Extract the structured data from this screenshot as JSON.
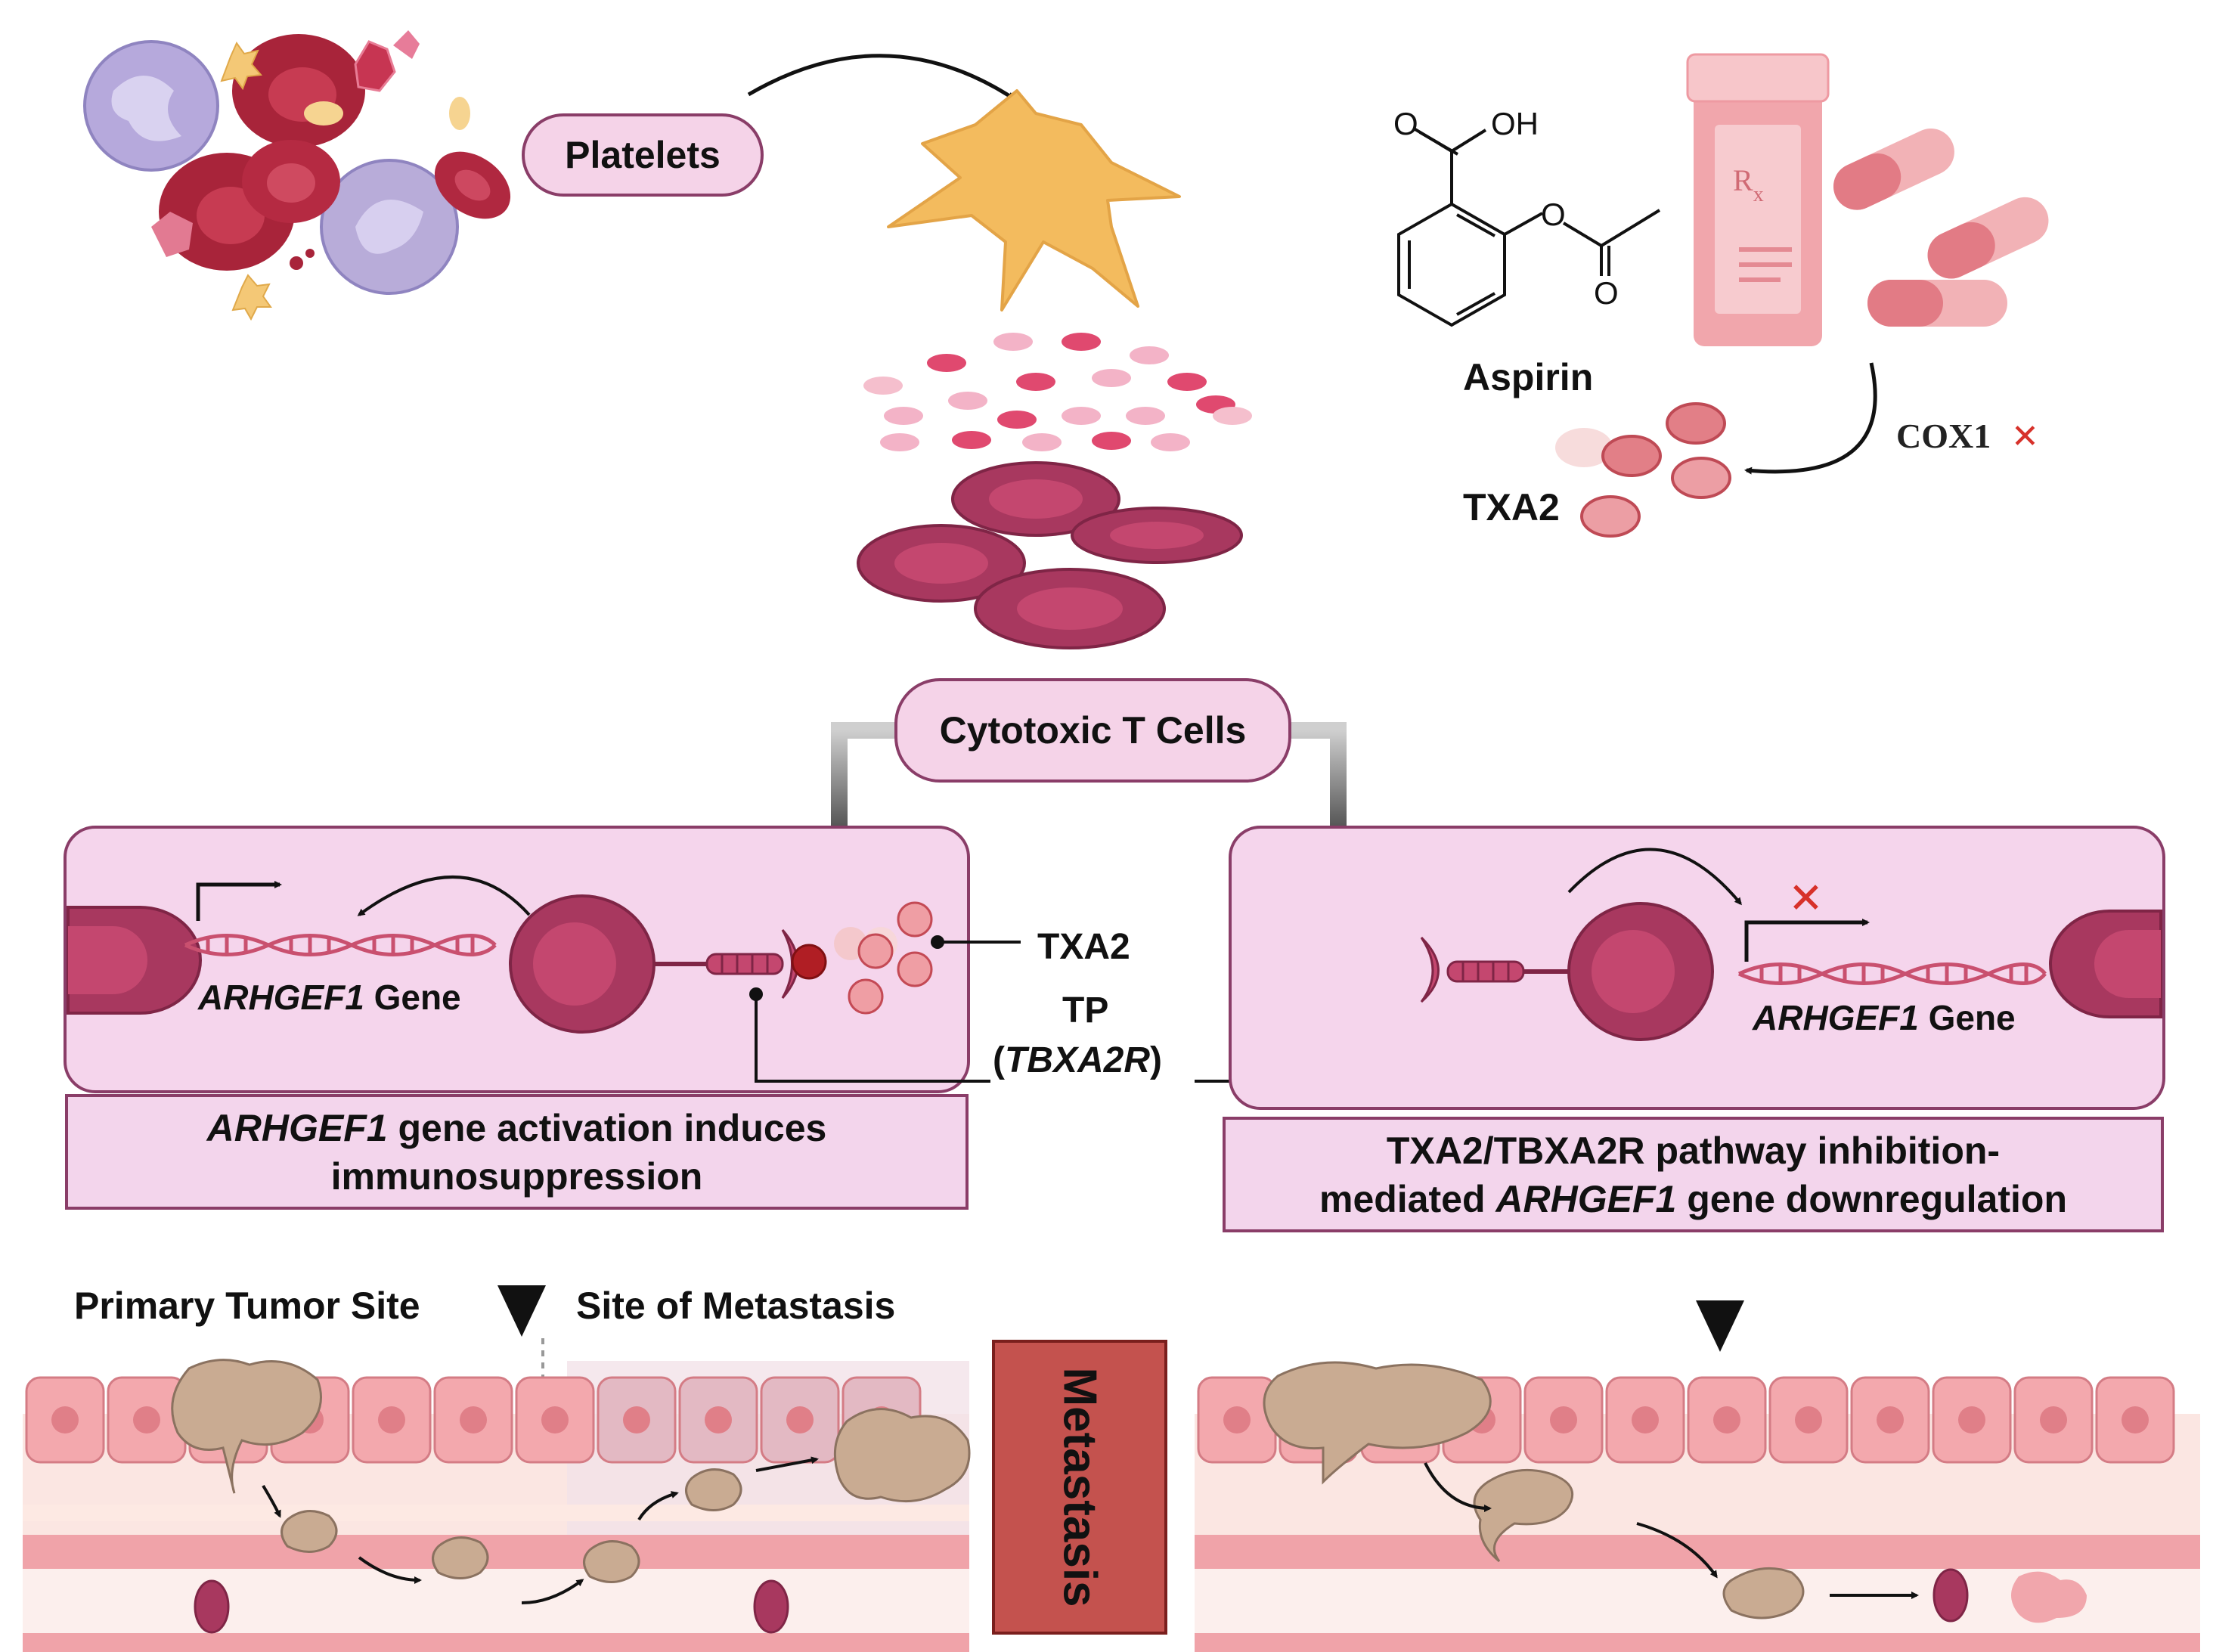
{
  "labels": {
    "platelets": "Platelets",
    "aspirin": "Aspirin",
    "cox1": "COX1",
    "cox1_mark": "✕",
    "txa2_top": "TXA2",
    "cytotoxic": "Cytotoxic T Cells",
    "txa2_mid": "TXA2",
    "tp": "TP",
    "tbxa2r_open": "(",
    "tbxa2r": "TBXA2R",
    "tbxa2r_close": ")",
    "left_gene_italic": "ARHGEF1",
    "left_gene_suffix": " Gene",
    "right_gene_italic": "ARHGEF1",
    "right_gene_suffix": " Gene",
    "rx": "R",
    "rx_sub": "x",
    "chem_o_top": "O",
    "chem_oh": "OH",
    "chem_o_mid": "O",
    "chem_o_bot": "O",
    "block_mark": "✕",
    "primary_tumor": "Primary Tumor Site",
    "metastasis_site": "Site of Metastasis",
    "metastasis": "Metastasis"
  },
  "captions": {
    "left_line1_italic": "ARHGEF1",
    "left_line1_rest": " gene activation induces",
    "left_line2": "immunosuppression",
    "right_line1": "TXA2/TBXA2R pathway inhibition-",
    "right_line2_pre": "mediated ",
    "right_line2_italic": "ARHGEF1",
    "right_line2_rest": " gene downregulation"
  },
  "colors": {
    "panel_fill": "#f5d5ec",
    "panel_border": "#8a3d68",
    "rbc_dark": "#a8385f",
    "rbc_light": "#c65a80",
    "platelet": "#f2b75c",
    "txa2_dot": "#e28e95",
    "inhibit_red": "#d7312a",
    "metastasis_box": "#c4524e"
  }
}
